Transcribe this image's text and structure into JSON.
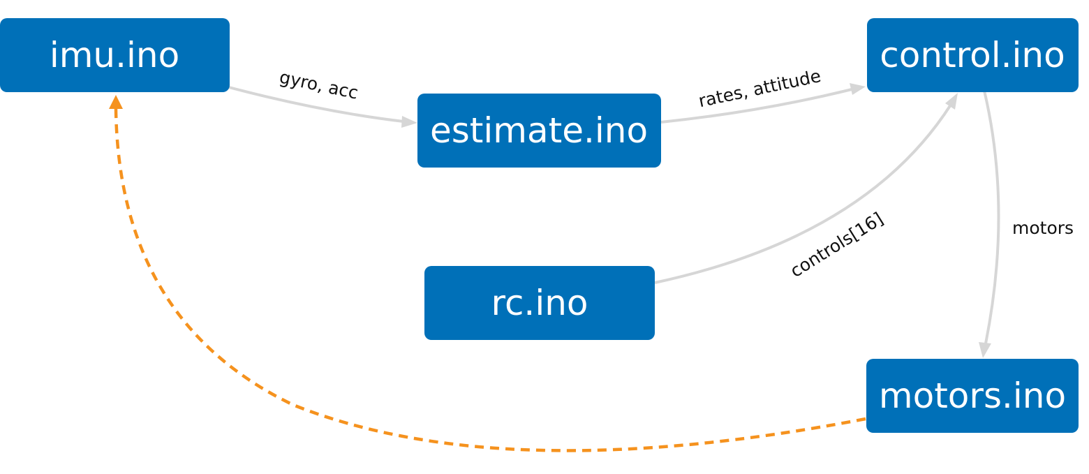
{
  "nodes": {
    "imu": "imu.ino",
    "estimate": "estimate.ino",
    "control": "control.ino",
    "rc": "rc.ino",
    "motors": "motors.ino"
  },
  "edges": {
    "imu_to_estimate": "gyro, acc",
    "estimate_to_control": "rates, attitude",
    "rc_to_control": "controls[16]",
    "control_to_motors": "motors"
  },
  "colors": {
    "node_fill": "#0070b8",
    "node_text": "#ffffff",
    "edge": "#d6d6d6",
    "feedback_edge": "#f5921e"
  }
}
